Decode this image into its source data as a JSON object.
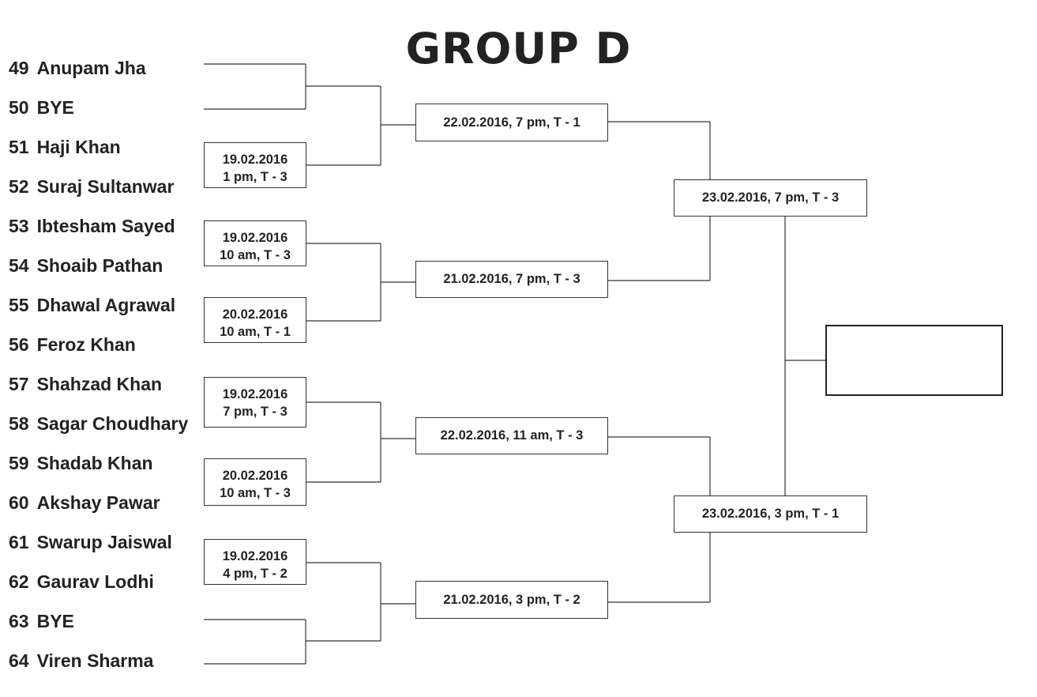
{
  "title": "GROUP D",
  "players": [
    {
      "seed": "49",
      "name": "Anupam Jha"
    },
    {
      "seed": "50",
      "name": "BYE"
    },
    {
      "seed": "51",
      "name": "Haji Khan"
    },
    {
      "seed": "52",
      "name": "Suraj Sultanwar"
    },
    {
      "seed": "53",
      "name": "Ibtesham Sayed"
    },
    {
      "seed": "54",
      "name": "Shoaib Pathan"
    },
    {
      "seed": "55",
      "name": "Dhawal Agrawal"
    },
    {
      "seed": "56",
      "name": "Feroz Khan"
    },
    {
      "seed": "57",
      "name": "Shahzad Khan"
    },
    {
      "seed": "58",
      "name": "Sagar Choudhary"
    },
    {
      "seed": "59",
      "name": "Shadab Khan"
    },
    {
      "seed": "60",
      "name": "Akshay Pawar"
    },
    {
      "seed": "61",
      "name": "Swarup Jaiswal"
    },
    {
      "seed": "62",
      "name": "Gaurav Lodhi"
    },
    {
      "seed": "63",
      "name": "BYE"
    },
    {
      "seed": "64",
      "name": "Viren Sharma"
    }
  ],
  "round1": [
    {
      "date": "19.02.2016",
      "time": "1 pm, T - 3"
    },
    {
      "date": "19.02.2016",
      "time": "10 am, T - 3"
    },
    {
      "date": "20.02.2016",
      "time": "10 am, T - 1"
    },
    {
      "date": "19.02.2016",
      "time": "7 pm, T - 3"
    },
    {
      "date": "20.02.2016",
      "time": "10 am, T - 3"
    },
    {
      "date": "19.02.2016",
      "time": "4 pm, T - 2"
    }
  ],
  "round2": [
    {
      "label": "22.02.2016, 7 pm, T - 1"
    },
    {
      "label": "21.02.2016, 7 pm, T - 3"
    },
    {
      "label": "22.02.2016, 11 am, T - 3"
    },
    {
      "label": "21.02.2016, 3 pm, T - 2"
    }
  ],
  "round3": [
    {
      "label": "23.02.2016, 7 pm, T - 3"
    },
    {
      "label": "23.02.2016, 3 pm, T - 1"
    }
  ],
  "winner": {
    "label": ""
  }
}
